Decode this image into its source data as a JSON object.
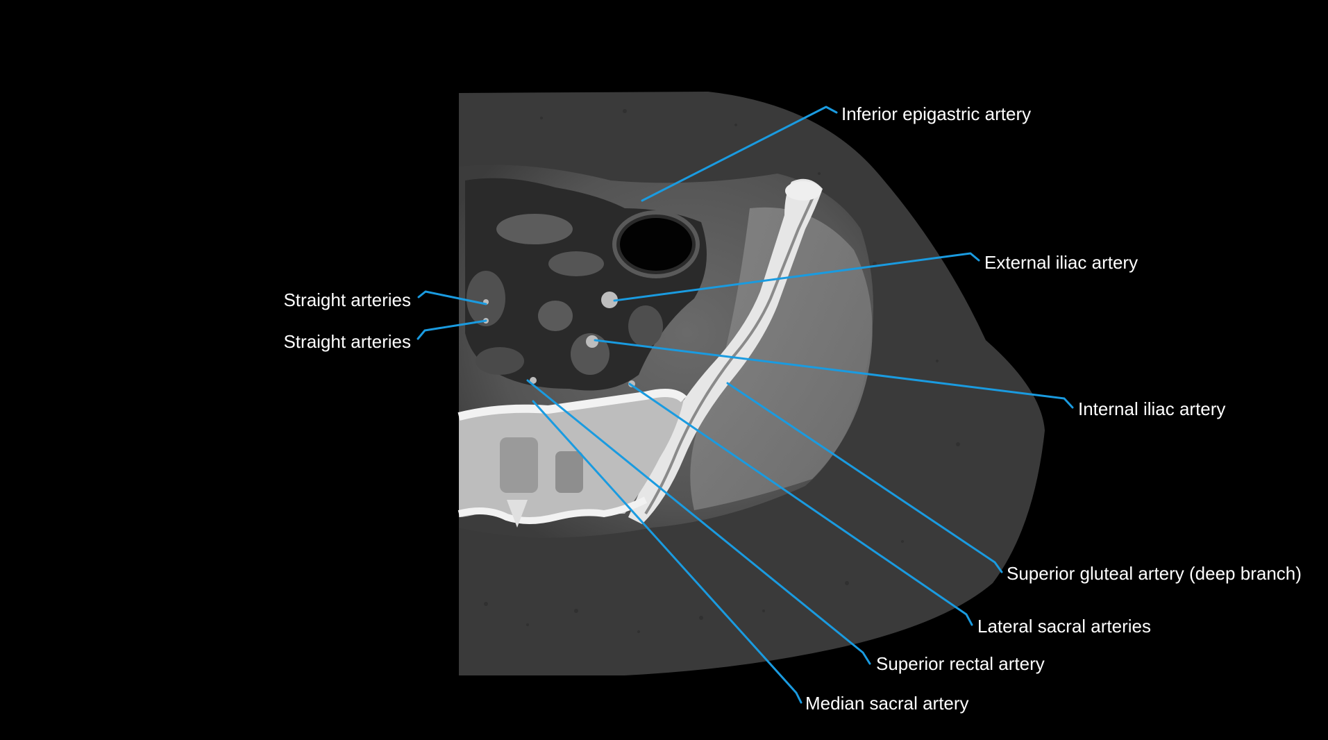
{
  "colors": {
    "background": "#000000",
    "leader_line": "#1a9be0",
    "label_text": "#ffffff"
  },
  "labels": {
    "inferior_epigastric": "Inferior epigastric artery",
    "external_iliac": "External iliac artery",
    "internal_iliac": "Internal iliac artery",
    "superior_gluteal": "Superior gluteal artery (deep branch)",
    "lateral_sacral": "Lateral sacral arteries",
    "superior_rectal": "Superior rectal artery",
    "median_sacral": "Median sacral artery",
    "straight_1": "Straight arteries",
    "straight_2": "Straight arteries"
  }
}
